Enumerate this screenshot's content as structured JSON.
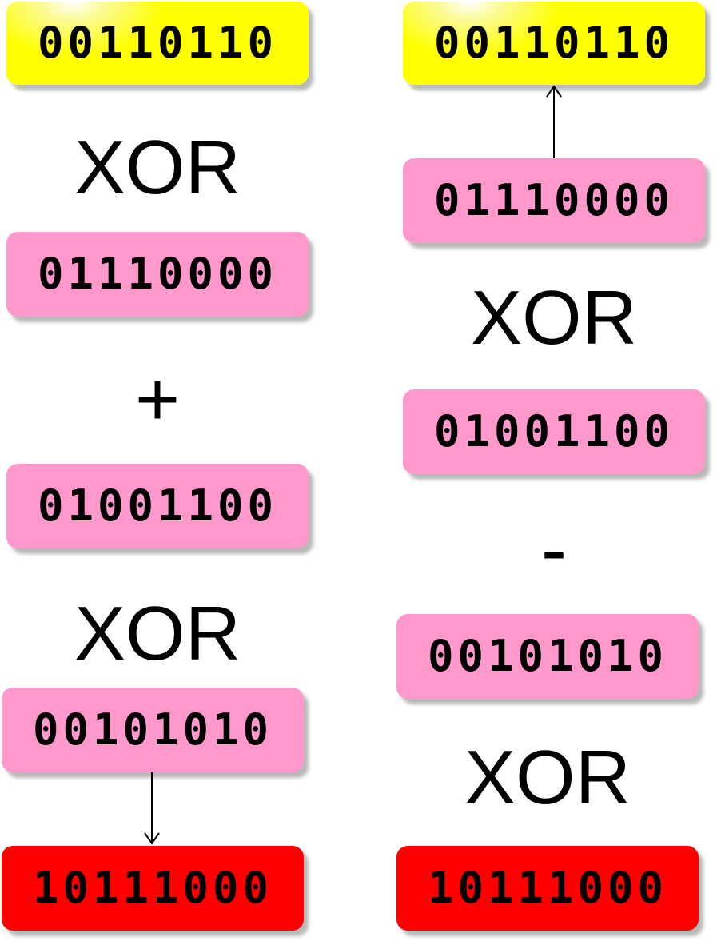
{
  "left": {
    "boxes": [
      {
        "bits": "00110110",
        "color": "#ffff00"
      },
      {
        "bits": "01110000",
        "color": "#ff99cc"
      },
      {
        "bits": "01001100",
        "color": "#ff99cc"
      },
      {
        "bits": "00101010",
        "color": "#ff99cc"
      },
      {
        "bits": "10111000",
        "color": "#ff0000"
      }
    ],
    "operators": [
      "XOR",
      "+",
      "XOR"
    ]
  },
  "right": {
    "boxes": [
      {
        "bits": "00110110",
        "color": "#ffff00"
      },
      {
        "bits": "01110000",
        "color": "#ff99cc"
      },
      {
        "bits": "01001100",
        "color": "#ff99cc"
      },
      {
        "bits": "00101010",
        "color": "#ff99cc"
      },
      {
        "bits": "10111000",
        "color": "#ff0000"
      }
    ],
    "operators": [
      "XOR",
      "-",
      "XOR"
    ]
  }
}
